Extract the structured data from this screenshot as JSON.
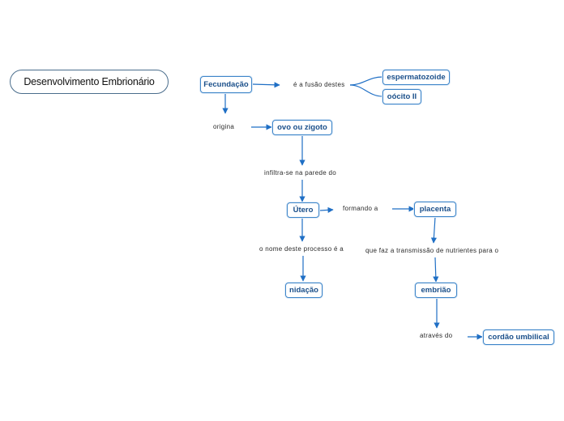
{
  "map": {
    "title": "Desenvolvimento Embrionário",
    "accent": "#1f6fc5",
    "nodes": {
      "fecundacao": "Fecundação",
      "espermatozoide": "espermatozoide",
      "oocito": "oócito II",
      "ovo": "ovo ou zigoto",
      "utero": "Útero",
      "placenta": "placenta",
      "nidacao": "nidação",
      "embriao": "embrião",
      "cordao": "cordão umbilical"
    },
    "links": {
      "fusao": "é a fusão destes",
      "origina": "origina",
      "infiltra": "infiltra-se na parede do",
      "formando": "formando a",
      "processo": "o nome deste processo é a",
      "transmissao": "que faz a transmissão de nutrientes para o",
      "atraves": "através do"
    }
  }
}
